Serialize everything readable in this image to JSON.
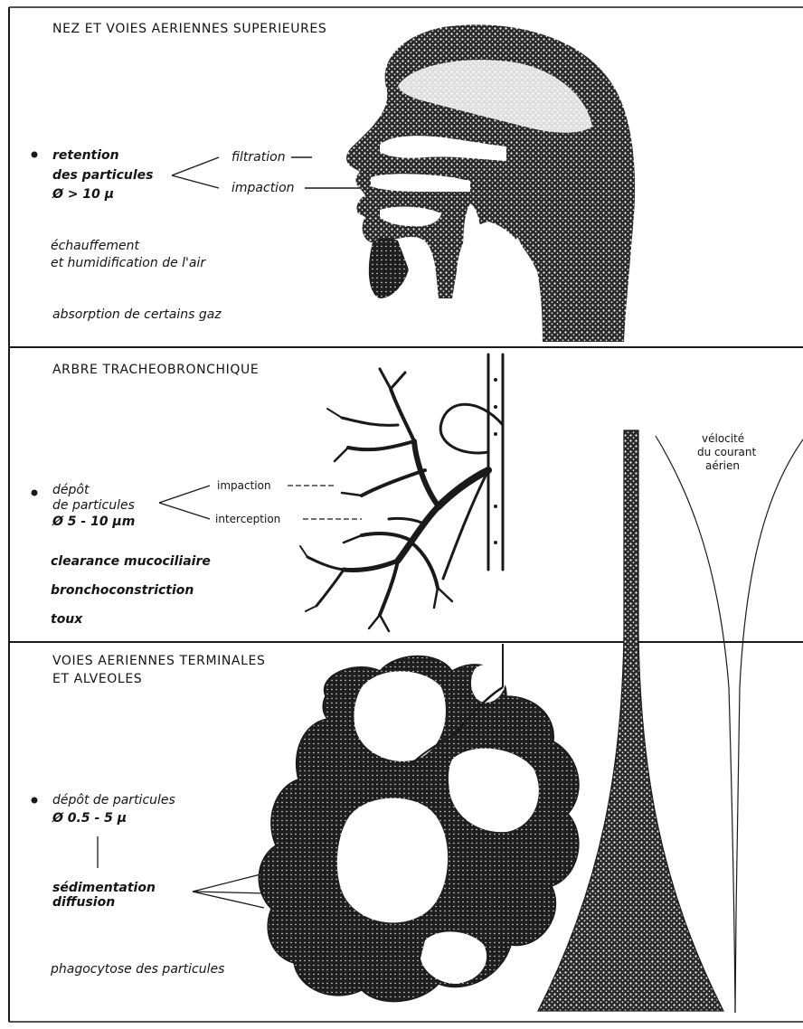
{
  "sections": {
    "upper": {
      "title": "NEZ ET VOIES AERIENNES SUPERIEURES",
      "bullet_line1": "retention",
      "bullet_line2": "des particules",
      "bullet_line3": "Ø > 10 µ",
      "label_filtration": "filtration",
      "label_impaction": "impaction",
      "heating_line1": "échauffement",
      "heating_line2": "et humidification de l'air",
      "absorption": "absorption de certains gaz"
    },
    "tracheo": {
      "title": "ARBRE TRACHEOBRONCHIQUE",
      "bullet_line1": "dépôt",
      "bullet_line2": "de particules",
      "bullet_line3": "Ø 5 - 10 µm",
      "label_impaction": "impaction",
      "label_interception": "interception",
      "clearance": "clearance mucociliaire",
      "bronchoconstriction": "bronchoconstriction",
      "toux": "toux"
    },
    "terminal": {
      "title_line1": "VOIES AERIENNES TERMINALES",
      "title_line2": "ET ALVEOLES",
      "bullet_line1": "dépôt de particules",
      "bullet_line2": "Ø 0.5 - 5 µ",
      "mech_line1": "sédimentation",
      "mech_line2": "diffusion",
      "phagocytose": "phagocytose des particules"
    }
  },
  "velocity": {
    "line1": "vélocité",
    "line2": "du courant",
    "line3": "aérien"
  },
  "colors": {
    "ink": "#1a1a1a",
    "paper": "#ffffff"
  }
}
